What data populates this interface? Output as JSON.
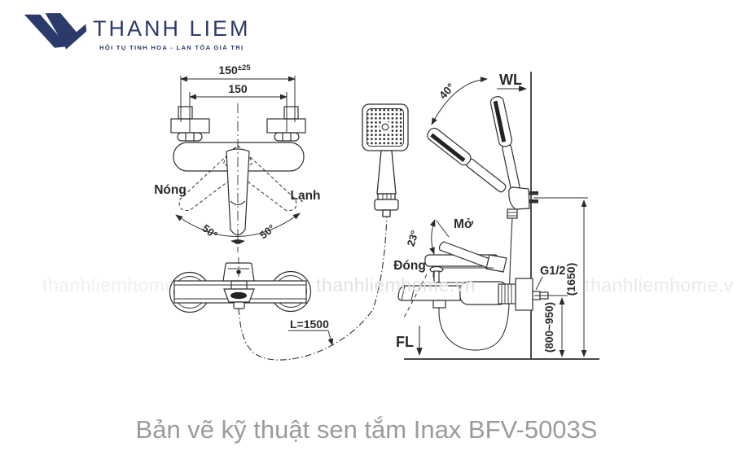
{
  "logo": {
    "brand": "THANH LIEM",
    "tagline": "HỘI TỤ TINH HOA - LAN TỎA GIÁ TRỊ"
  },
  "watermark": {
    "text": "thanhliemhome.vn"
  },
  "caption": {
    "text": "Bản vẽ kỹ thuật sen tắm Inax BFV-5003S"
  },
  "drawing": {
    "front_view": {
      "dim_span": "150",
      "dim_span_tol": "±25",
      "dim_centers": "150",
      "hot": "Nóng",
      "cold": "Lạnh",
      "angle_left": "50°",
      "angle_right": "50°"
    },
    "plan_view": {
      "hose_length": "L=1500"
    },
    "side_view": {
      "wall_line": "WL",
      "floor_line": "FL",
      "swivel_angle": "40°",
      "open_label": "Mở",
      "close_label": "Đóng",
      "open_angle": "23°",
      "thread": "G1/2",
      "height_total": "(1650)",
      "height_outlet": "(800~950)"
    }
  },
  "colors": {
    "brand_navy": "#2b3a6b",
    "line": "#2f2f2f",
    "caption_gray": "#9b9b9b",
    "watermark_left": "#f0f0f1",
    "watermark_middle": "#e1e1e4",
    "watermark_right": "#eaeaec"
  }
}
